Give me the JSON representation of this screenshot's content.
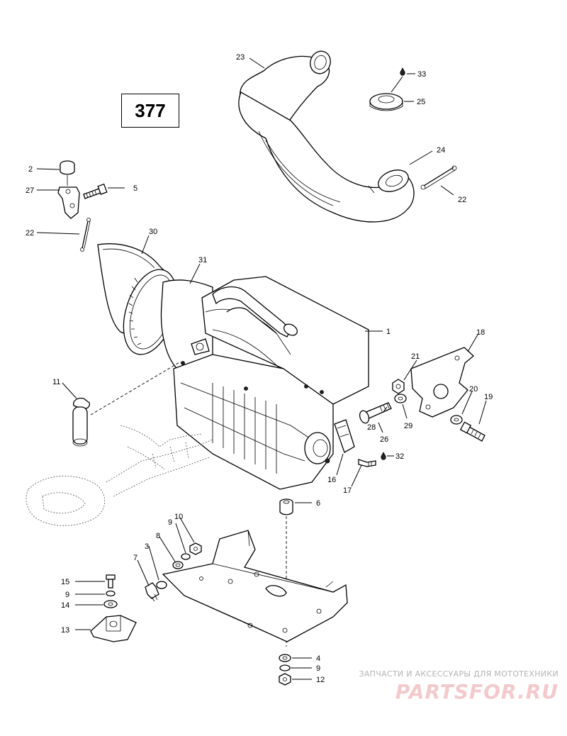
{
  "page_number": "377",
  "labels": [
    "1",
    "2",
    "3",
    "4",
    "5",
    "6",
    "7",
    "8",
    "9",
    "10",
    "11",
    "12",
    "13",
    "14",
    "15",
    "16",
    "17",
    "18",
    "19",
    "20",
    "21",
    "22",
    "23",
    "24",
    "25",
    "26",
    "27",
    "28",
    "29",
    "30",
    "31",
    "32",
    "33"
  ],
  "callouts": {
    "c1": "1",
    "c2": "2",
    "c3": "3",
    "c4": "4",
    "c5": "5",
    "c6": "6",
    "c7": "7",
    "c8": "8",
    "c9a": "9",
    "c9b": "9",
    "c9c": "9",
    "c10": "10",
    "c11": "11",
    "c12": "12",
    "c13": "13",
    "c14": "14",
    "c15": "15",
    "c16": "16",
    "c17": "17",
    "c18": "18",
    "c19": "19",
    "c20": "20",
    "c21": "21",
    "c22a": "22",
    "c22b": "22",
    "c23": "23",
    "c24": "24",
    "c25": "25",
    "c26": "26",
    "c27": "27",
    "c28": "28",
    "c29": "29",
    "c30": "30",
    "c31": "31",
    "c32": "32",
    "c33": "33"
  },
  "watermark": {
    "tagline": "ЗАПЧАСТИ И АКСЕССУАРЫ ДЛЯ МОТОТЕХНИКИ",
    "logo": "PARTSFOR.RU"
  },
  "icons": [
    "drop-icon"
  ],
  "colors": {
    "line": "#000000",
    "watermark_logo": "#f3c9cc",
    "watermark_text": "#b3b3b3"
  }
}
